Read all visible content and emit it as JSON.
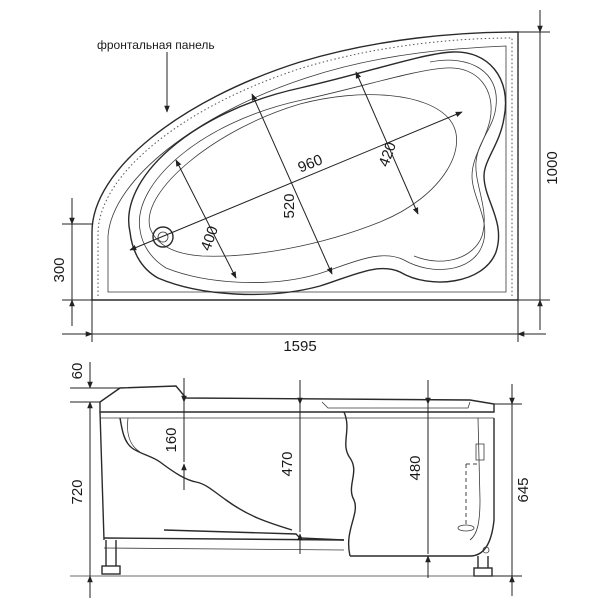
{
  "top_view": {
    "panel_label": "фронтальная панель",
    "dim_width": "1595",
    "dim_depth": "1000",
    "dim_front": "300",
    "dim_length_inner": "960",
    "dim_width_inner": "520",
    "dim_width_left": "400",
    "dim_width_right": "420"
  },
  "side_view": {
    "dim_top": "60",
    "dim_total_height": "720",
    "dim_headrest": "160",
    "dim_depth_left": "470",
    "dim_depth_right": "480",
    "dim_inner_height": "645"
  }
}
